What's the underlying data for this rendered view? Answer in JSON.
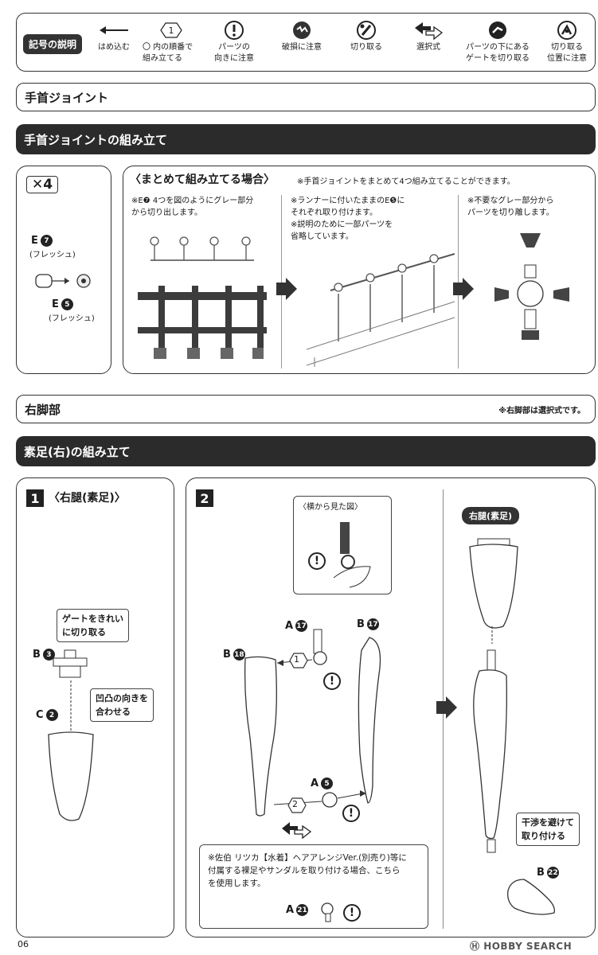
{
  "legend": {
    "title": "記号の説明",
    "items": [
      {
        "icon": "arrow-left-icon",
        "label": "はめ込む"
      },
      {
        "icon": "numbered-hexagon-icon",
        "label": "〇 内の順番で\n組み立てる"
      },
      {
        "icon": "exclamation-icon",
        "label": "パーツの\n向きに注意"
      },
      {
        "icon": "break-caution-icon",
        "label": "破損に注意"
      },
      {
        "icon": "cut-icon",
        "label": "切り取る"
      },
      {
        "icon": "choice-arrow-icon",
        "label": "選択式"
      },
      {
        "icon": "under-gate-icon",
        "label": "パーツの下にある\nゲートを切り取る"
      },
      {
        "icon": "cut-position-icon",
        "label": "切り取る\n位置に注意"
      }
    ]
  },
  "sections": {
    "wrist_joint": "手首ジョイント",
    "wrist_joint_assembly": "手首ジョイントの組み立て",
    "right_leg": "右脚部",
    "right_leg_note": "※右脚部は選択式です。",
    "bare_foot_assembly": "素足(右)の組み立て"
  },
  "wrist_panel": {
    "multiplier": "✕4",
    "part_e7": "E",
    "part_e7_num": "7",
    "part_e7_sub": "(フレッシュ)",
    "part_e5": "E",
    "part_e5_num": "5",
    "part_e5_sub": "(フレッシュ)"
  },
  "batch_panel": {
    "title": "〈まとめて組み立てる場合〉",
    "title_note": "※手首ジョイントをまとめて4つ組み立てることができます。",
    "col1": "※E❼ 4つを図のようにグレー部分\n から切り出します。",
    "col2": "※ランナーに付いたままのE❺に\n それぞれ取り付けます。\n※説明のために一部パーツを\n 省略しています。",
    "col3": "※不要なグレー部分から\n パーツを切り離します。"
  },
  "step1": {
    "num": "1",
    "title": "〈右腿(素足)〉",
    "note1": "ゲートをきれい\nに切り取る",
    "note2": "凹凸の向きを\n合わせる",
    "part_b": "B",
    "part_b_num": "3",
    "part_c": "C",
    "part_c_num": "2"
  },
  "step2": {
    "num": "2",
    "side_view": "〈横から見た図〉",
    "a17": "A",
    "a17_num": "17",
    "b17": "B",
    "b17_num": "17",
    "b18": "B",
    "b18_num": "18",
    "a5": "A",
    "a5_num": "5",
    "order1": "1",
    "order2": "2",
    "option_note": "※佐伯 リツカ【水着】ヘアアレンジVer.(別売り)等に\n付属する裸足やサンダルを取り付ける場合、こちら\nを使用します。",
    "a21": "A",
    "a21_num": "21",
    "right_thigh_label": "右腿(素足)",
    "avoid_note": "干渉を避けて\n取り付ける",
    "b22": "B",
    "b22_num": "22"
  },
  "footer": {
    "page": "06",
    "watermark": "HOBBY SEARCH"
  }
}
